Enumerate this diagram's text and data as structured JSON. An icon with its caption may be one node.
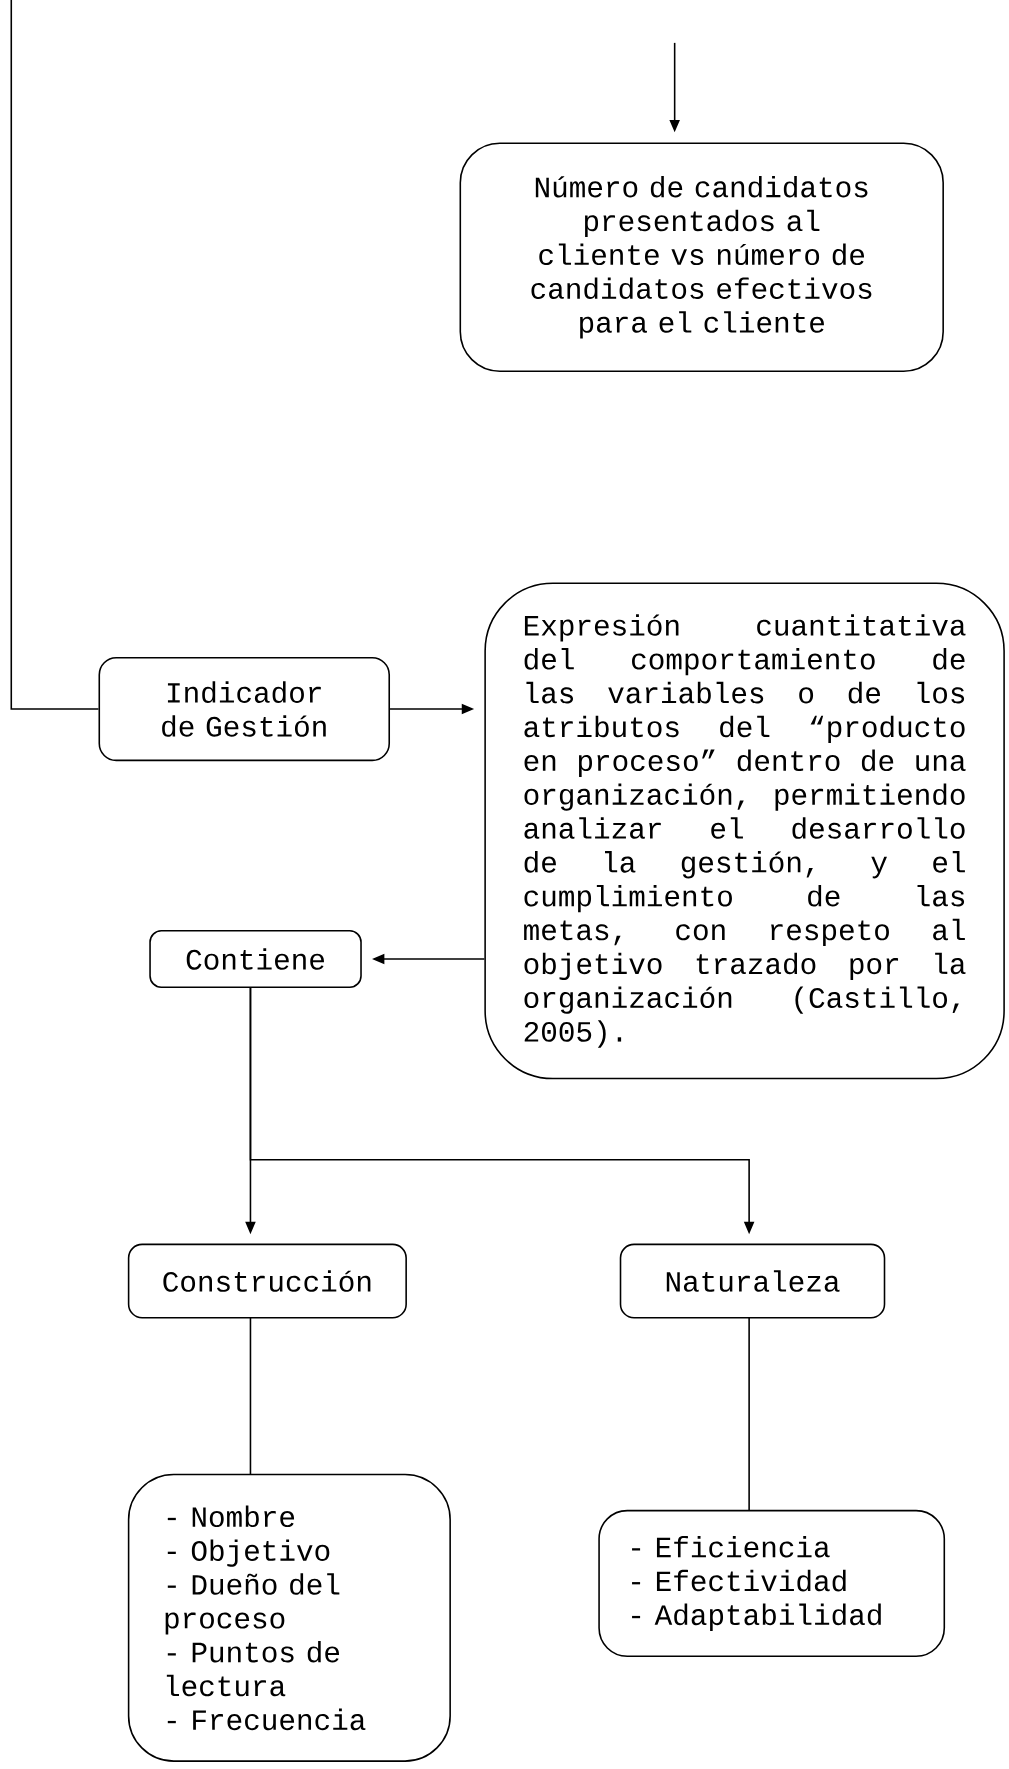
{
  "diagram": {
    "nodes": [
      {
        "text": [
          "Número de candidatos presentados al cliente vs número de candidatos efectivos para el cliente"
        ]
      },
      {
        "text": [
          "Indicador de Gestión"
        ]
      },
      {
        "text": [
          "Expresión cuantitativa del comportamiento de las variables o de los atributos del “producto en proceso” dentro de una organización, permitiendo analizar el desarrollo de la gestión, y el cumplimiento de las metas, con respeto al objetivo trazado por la organización (Castillo, 2005)."
        ]
      },
      {
        "text": [
          "Contiene"
        ]
      },
      {
        "text": [
          "Construcción"
        ]
      },
      {
        "text": [
          "Naturaleza"
        ]
      },
      {
        "text": [
          "- Nombre",
          "- Objetivo",
          "- Dueño del proceso",
          "- Puntos de lectura",
          "- Frecuencia"
        ]
      },
      {
        "text": [
          "- Eficiencia",
          "- Efectividad",
          "- Adaptabilidad"
        ]
      }
    ],
    "edges": [
      {
        "from": null,
        "to": 0,
        "arrow": "to"
      },
      {
        "from": null,
        "to": 1,
        "arrow": "none"
      },
      {
        "from": 1,
        "to": 2,
        "arrow": "to"
      },
      {
        "from": 2,
        "to": 3,
        "arrow": "to"
      },
      {
        "from": 3,
        "to": 4,
        "arrow": "to"
      },
      {
        "from": 3,
        "to": 5,
        "arrow": "to"
      },
      {
        "from": 4,
        "to": 6,
        "arrow": "none"
      },
      {
        "from": 5,
        "to": 7,
        "arrow": "none"
      }
    ]
  }
}
